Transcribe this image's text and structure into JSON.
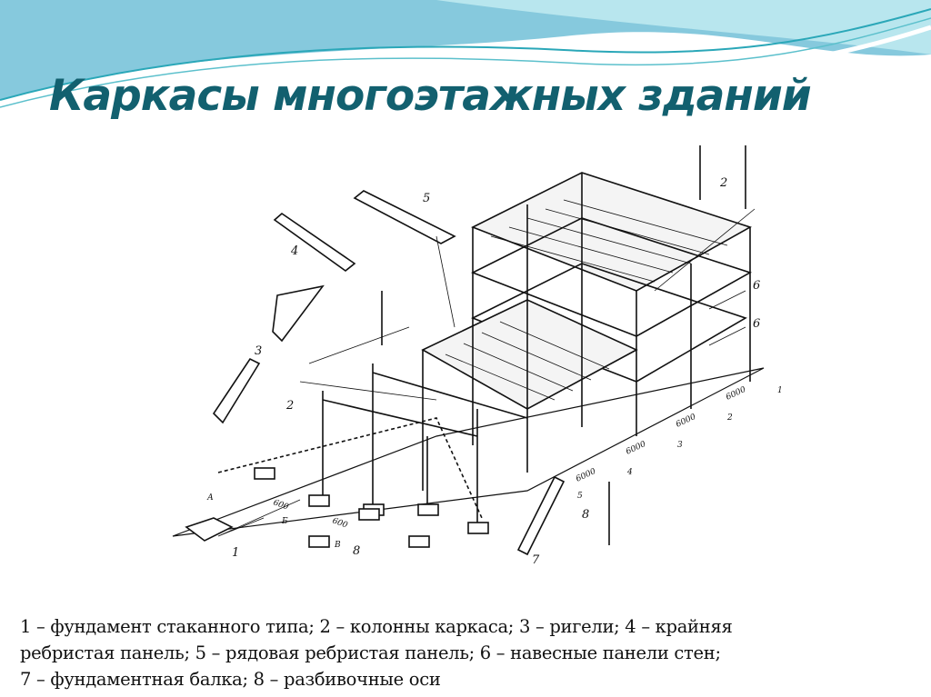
{
  "slide": {
    "title": "Каркасы многоэтажных зданий",
    "accent_color": "#12606f",
    "banner_colors": [
      "#7fc6dc",
      "#a9e0ea",
      "#2aa7b8"
    ]
  },
  "figure": {
    "callouts": [
      "1",
      "2",
      "3",
      "4",
      "5",
      "6",
      "7",
      "8"
    ],
    "dimensions": [
      "6000",
      "6000",
      "6000",
      "6000",
      "600",
      "600"
    ],
    "axis_marks": [
      "А",
      "Б",
      "В",
      "1",
      "2",
      "3",
      "4",
      "5"
    ]
  },
  "caption": {
    "lines": [
      "1 – фундамент стаканного типа; 2 – колонны каркаса; 3 – ригели; 4 – крайняя",
      "ребристая панель; 5 – рядовая ребристая панель; 6 – навесные панели стен;",
      "7 – фундаментная балка; 8 – разбивочные оси"
    ]
  }
}
